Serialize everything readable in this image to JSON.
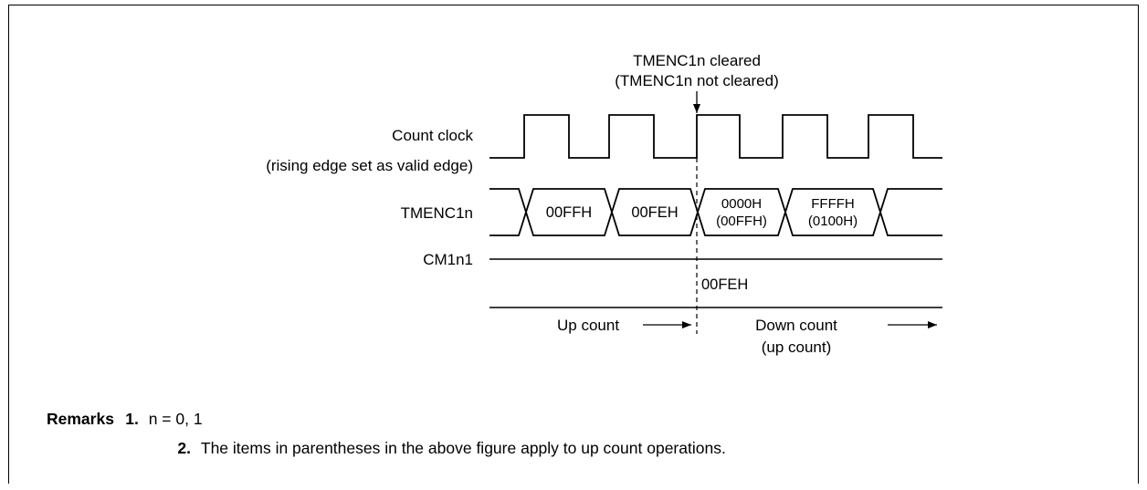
{
  "figure": {
    "annotation": {
      "line1": "TMENC1n cleared",
      "line2": "(TMENC1n not cleared)"
    },
    "signals": {
      "count_clock": {
        "label_line1": "Count clock",
        "label_line2": "(rising edge set as valid edge)"
      },
      "tmenc1n": {
        "label": "TMENC1n",
        "values": [
          {
            "main": "00FFH",
            "alt": ""
          },
          {
            "main": "00FEH",
            "alt": ""
          },
          {
            "main": "0000H",
            "alt": "(00FFH)"
          },
          {
            "main": "FFFFH",
            "alt": "(0100H)"
          }
        ]
      },
      "cm1n1": {
        "label": "CM1n1",
        "value": "00FEH"
      }
    },
    "directions": {
      "up": "Up count",
      "down_line1": "Down count",
      "down_line2": "(up count)"
    }
  },
  "remarks": {
    "heading": "Remarks",
    "items": [
      {
        "number": "1.",
        "text": "n = 0, 1"
      },
      {
        "number": "2.",
        "text": "The items in parentheses in the above figure apply to up count operations."
      }
    ]
  }
}
